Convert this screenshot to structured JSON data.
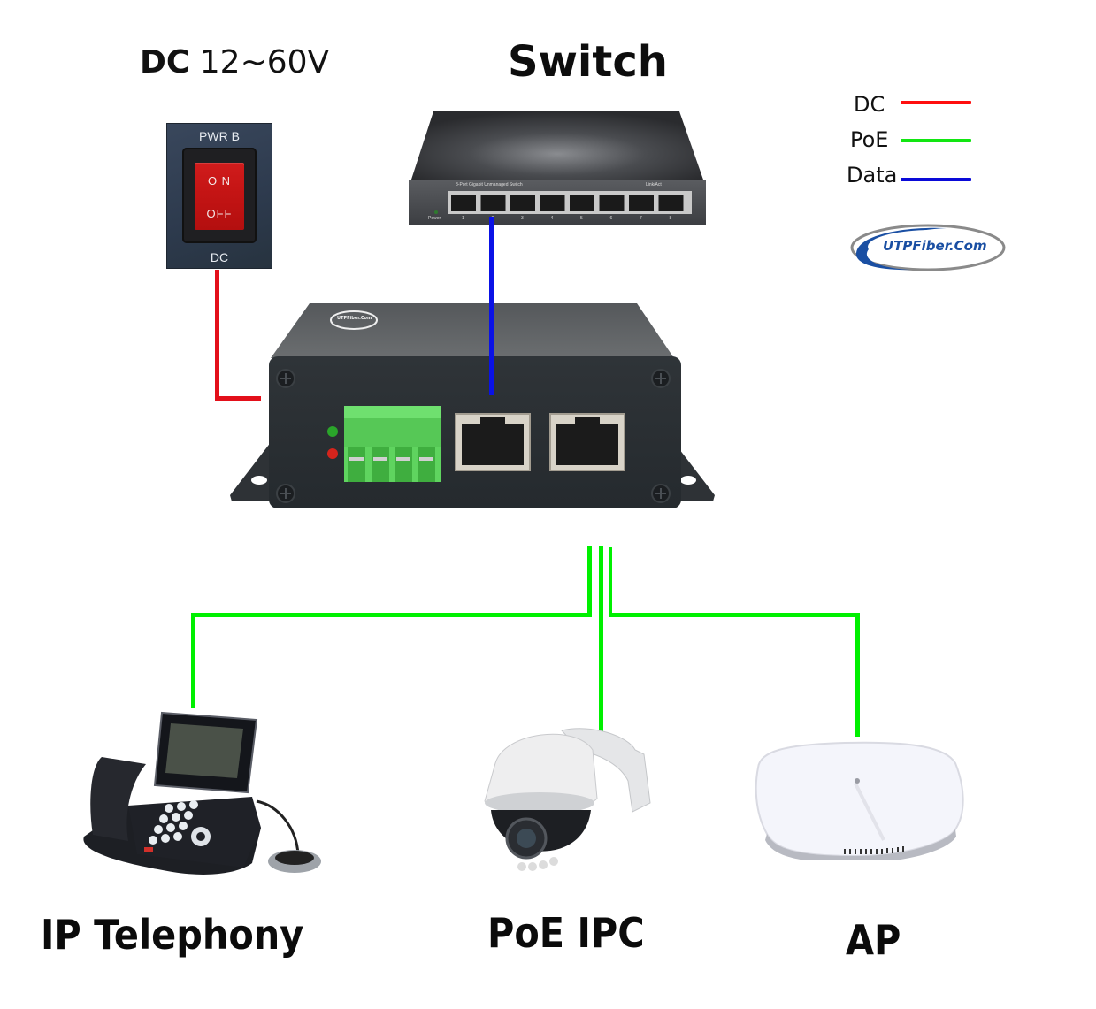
{
  "titles": {
    "dc_bold": "DC",
    "dc_range": "12~60V",
    "switch": "Switch"
  },
  "power_switch": {
    "top_label": "PWR B",
    "on_label": "O N",
    "off_label": "OFF",
    "bottom_label": "DC"
  },
  "network_switch": {
    "model_text": "8-Port Gigabit Unmanaged Switch",
    "link_text": "Link/Act",
    "power_text": "Power",
    "port_numbers": [
      "1",
      "2",
      "3",
      "4",
      "5",
      "6",
      "7",
      "8"
    ]
  },
  "poe_device": {
    "logo_text": "UTPFiber.Com",
    "leds": [
      {
        "name": "green-led",
        "color": "#2aa52a"
      },
      {
        "name": "red-led",
        "color": "#d4241c"
      }
    ],
    "terminal_block_poles": 4,
    "rj45_ports": 2
  },
  "legend": {
    "items": [
      {
        "label": "DC",
        "color": "#ff0f0f"
      },
      {
        "label": "PoE",
        "color": "#12e612"
      },
      {
        "label": "Data",
        "color": "#0a0ad8"
      }
    ]
  },
  "logo": {
    "text": "UTPFiber.Com",
    "color": "#1a4fa3"
  },
  "connections": [
    {
      "from": "DC power switch",
      "to": "PoE device",
      "type": "DC",
      "color": "#e3101a"
    },
    {
      "from": "Switch",
      "to": "PoE device port 1",
      "type": "Data",
      "color": "#0a12e6"
    },
    {
      "from": "PoE device",
      "to": "IP Telephony",
      "type": "PoE",
      "color": "#00f000"
    },
    {
      "from": "PoE device",
      "to": "PoE IPC",
      "type": "PoE",
      "color": "#00f000"
    },
    {
      "from": "PoE device",
      "to": "AP",
      "type": "PoE",
      "color": "#00f000"
    }
  ],
  "endpoints": [
    {
      "label": "IP Telephony",
      "icon": "ip-phone-icon"
    },
    {
      "label": "PoE IPC",
      "icon": "dome-camera-icon"
    },
    {
      "label": "AP",
      "icon": "access-point-icon"
    }
  ]
}
